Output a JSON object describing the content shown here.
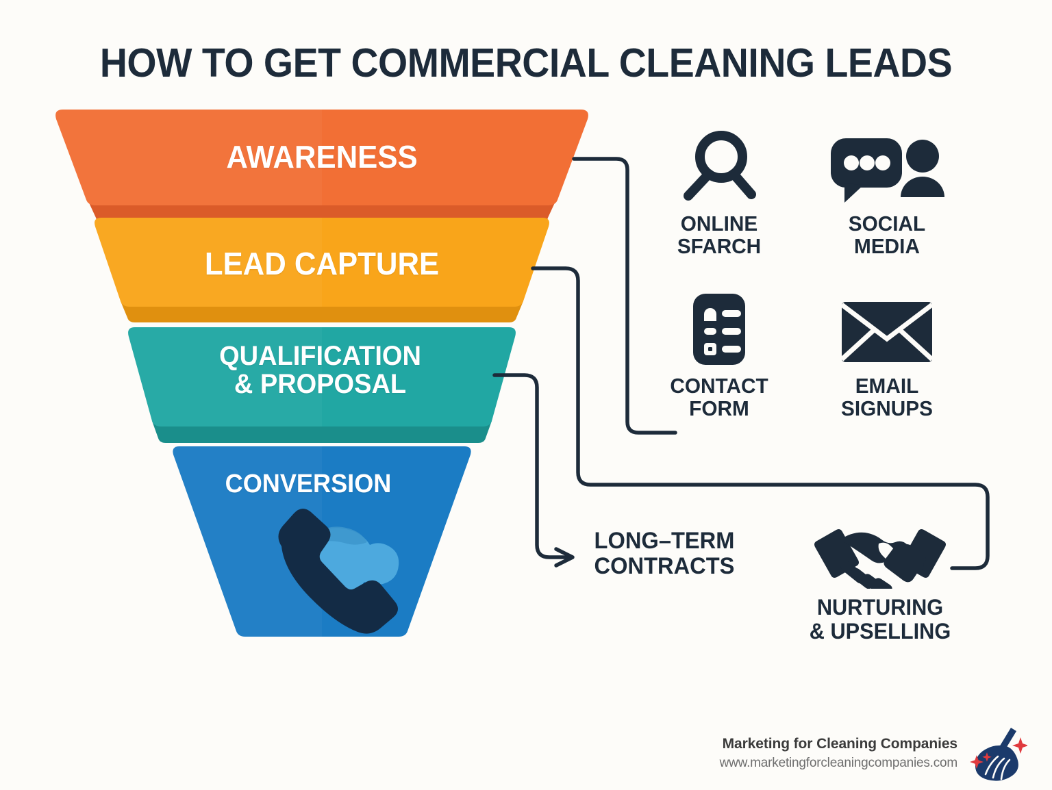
{
  "title": "HOW TO GET COMMERCIAL CLEANING LEADS",
  "colors": {
    "background": "#FDFCF9",
    "ink": "#1D2B3A",
    "awareness": "#F26F35",
    "awareness_shade": "#DB5B29",
    "lead_capture": "#F9A51A",
    "lead_capture_shade": "#E0900F",
    "qualification": "#21A7A3",
    "qualification_shade": "#1A8E8B",
    "conversion": "#1B7CC4",
    "conversion_shade": "#1768A8",
    "connector": "#1D2B3A",
    "logo_navy": "#1B3A6B",
    "logo_red": "#E03A3E",
    "phone_dark": "#132B45",
    "phone_light": "#4DA9DE"
  },
  "funnel": {
    "stages": [
      {
        "id": "awareness",
        "label": "AWARENESS",
        "color_key": "awareness"
      },
      {
        "id": "lead_capture",
        "label": "LEAD CAPTURE",
        "color_key": "lead_capture"
      },
      {
        "id": "qualification",
        "label": "QUALIFICATION\n& PROPOSAL",
        "color_key": "qualification"
      },
      {
        "id": "conversion",
        "label": "CONVERSION",
        "color_key": "conversion"
      }
    ],
    "conversion_icon": "phone-call-icon"
  },
  "channels": [
    {
      "id": "online_search",
      "icon": "magnifier-icon",
      "caption": "ONLINE\nSFARCH"
    },
    {
      "id": "social_media",
      "icon": "chat-person-icon",
      "caption": "SOCIAL\nMEDIA"
    },
    {
      "id": "contact_form",
      "icon": "form-document-icon",
      "caption": "CONTACT\nFORM"
    },
    {
      "id": "email_signups",
      "icon": "envelope-icon",
      "caption": "EMAIL\nSIGNUPS"
    },
    {
      "id": "long_term",
      "icon": "",
      "caption": "LONG–TERM\nCONTRACTS"
    },
    {
      "id": "nurturing",
      "icon": "handshake-icon",
      "caption": "NURTURING\n& UPSELLING"
    }
  ],
  "connectors": [
    {
      "from": "awareness",
      "to": "contact_form"
    },
    {
      "from": "lead_capture",
      "to": "nurturing"
    },
    {
      "from": "qualification",
      "to": "long_term",
      "arrow": true
    }
  ],
  "footer": {
    "brand": "Marketing for Cleaning Companies",
    "url": "www.marketingforcleaningcompanies.com",
    "logo": "broom-sparkle-icon"
  }
}
